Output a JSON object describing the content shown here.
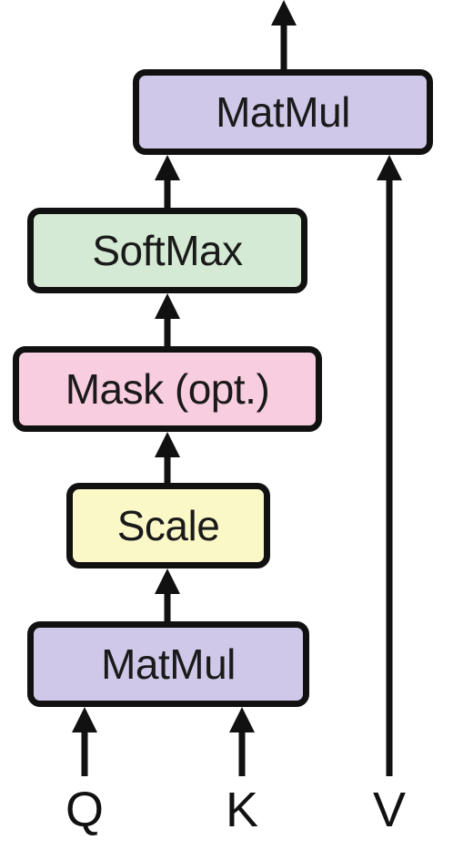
{
  "colors": {
    "matmul": "#cfc8e8",
    "softmax": "#d4ead4",
    "mask": "#f8cde0",
    "scale": "#fbf8c8",
    "stroke": "#111111"
  },
  "blocks": {
    "matmul_top": "MatMul",
    "softmax": "SoftMax",
    "mask": "Mask (opt.)",
    "scale": "Scale",
    "matmul_bottom": "MatMul"
  },
  "inputs": {
    "q": "Q",
    "k": "K",
    "v": "V"
  }
}
